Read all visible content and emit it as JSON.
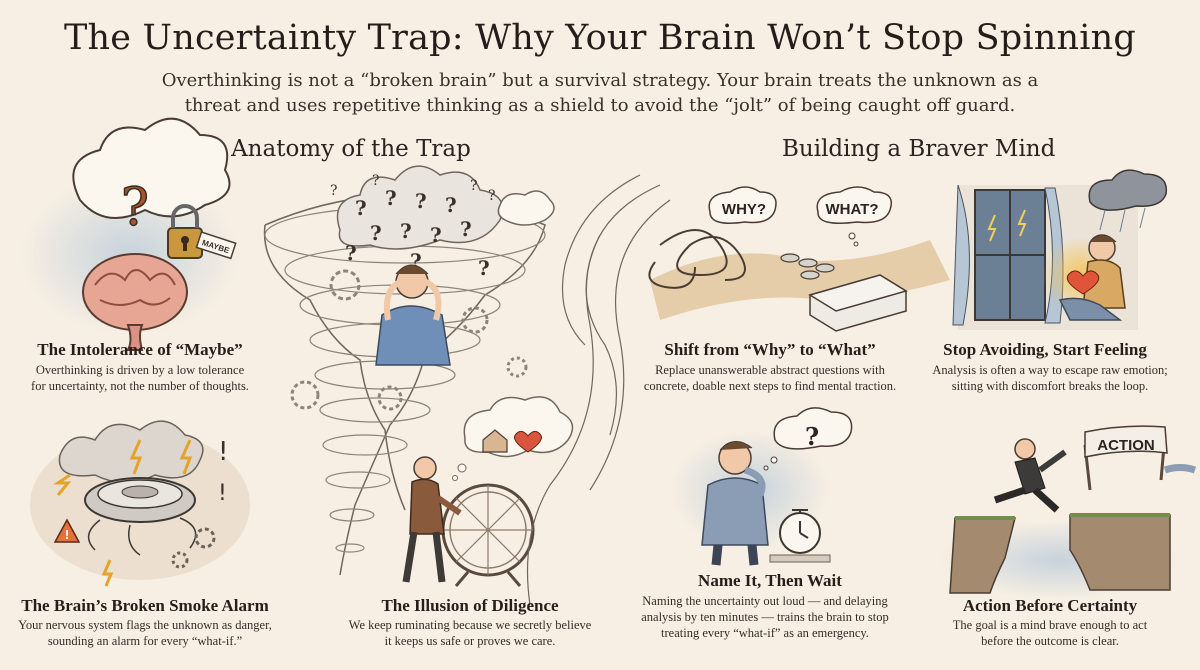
{
  "header": {
    "title": "The Uncertainty Trap: Why Your Brain Won’t Stop Spinning",
    "subtitle": "Overthinking is not a “broken brain” but a survival strategy. Your brain treats the unknown as a threat and uses repetitive thinking as a shield to avoid the “jolt” of being caught off guard."
  },
  "left_section": {
    "heading": "The Anatomy of the Trap",
    "cards": [
      {
        "title": "The Intolerance of “Maybe”",
        "desc": "Overthinking is driven by a low tolerance for uncertainty, not the number of thoughts.",
        "tag_text": "MAYBE",
        "icon": "brain-lock-icon"
      },
      {
        "title": "The Brain’s Broken Smoke Alarm",
        "desc": "Your nervous system flags the unknown as danger, sounding an alarm for every “what-if.”",
        "icon": "smoke-alarm-icon"
      },
      {
        "title": "The Illusion of Diligence",
        "desc": "We keep ruminating because we secretly believe it keeps us safe or proves we care.",
        "icon": "hamster-wheel-icon"
      }
    ]
  },
  "right_section": {
    "heading": "Building a Braver Mind",
    "cards": [
      {
        "title": "Shift from “Why” to “What”",
        "desc": "Replace unanswerable abstract questions with concrete, doable next steps to find mental traction.",
        "bubble_why": "WHY?",
        "bubble_what": "WHAT?",
        "icon": "path-steps-icon"
      },
      {
        "title": "Stop Avoiding, Start Feeling",
        "desc": "Analysis is often a way to escape raw emotion; sitting with discomfort breaks the loop.",
        "icon": "person-heart-icon"
      },
      {
        "title": "Name It, Then Wait",
        "desc": "Naming the uncertainty out loud — and delaying analysis by ten minutes — trains the brain to stop treating every “what-if” as an emergency.",
        "icon": "timer-icon"
      },
      {
        "title": "Action Before Certainty",
        "desc": "The goal is a mind brave enough to act before the outcome is clear.",
        "sign_text": "ACTION",
        "icon": "leap-gap-icon"
      }
    ]
  }
}
